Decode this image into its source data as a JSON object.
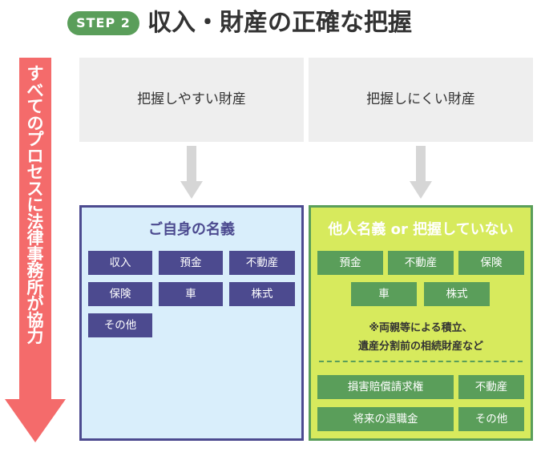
{
  "header": {
    "step_label": "STEP 2",
    "title": "収入・財産の正確な把握"
  },
  "side_arrow": {
    "text": "すべてのプロセスに法律事務所が協力",
    "color": "#f46b6b"
  },
  "columns": {
    "left_header": "把握しやすい財産",
    "right_header": "把握しにくい財産"
  },
  "left_panel": {
    "title": "ご自身の名義",
    "items": [
      "収入",
      "預金",
      "不動産",
      "保険",
      "車",
      "株式",
      "その他"
    ]
  },
  "right_panel": {
    "title": "他人名義 or 把握していない",
    "items_top": [
      "預金",
      "不動産",
      "保険",
      "車",
      "株式"
    ],
    "note_line1": "※両親等による積立、",
    "note_line2": "遺産分割前の相続財産など",
    "items_bottom": [
      "損害賠償請求権",
      "不動産",
      "将来の退職金",
      "その他"
    ]
  },
  "colors": {
    "step_pill": "#5a9e5a",
    "left_panel_bg": "#d9eefb",
    "left_accent": "#4c4a8f",
    "right_panel_bg": "#d7ea5d",
    "right_accent": "#5a9e5a",
    "header_box": "#eeeeee"
  }
}
